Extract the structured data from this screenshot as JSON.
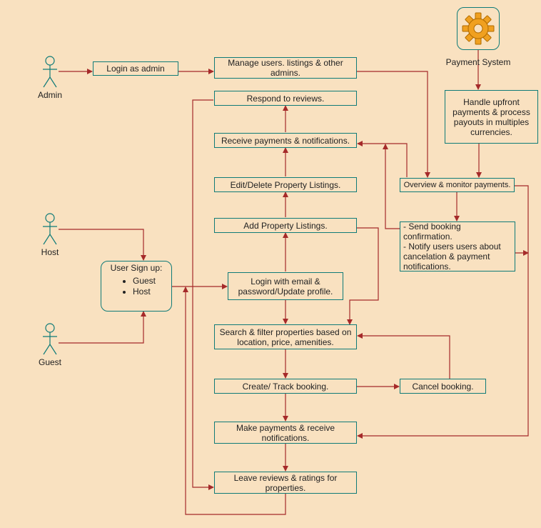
{
  "actors": {
    "admin": "Admin",
    "host": "Host",
    "guest": "Guest",
    "payment_system": "Payment System"
  },
  "signup": {
    "title": "User Sign up:",
    "options": [
      "Guest",
      "Host"
    ]
  },
  "admin_flow": {
    "login": "Login as admin",
    "manage": "Manage users. listings & other admins."
  },
  "host_flow": {
    "respond_reviews": "Respond to reviews.",
    "receive_payments": "Receive payments & notifications.",
    "edit_delete": "Edit/Delete Property Listings.",
    "add_listings": "Add Property Listings."
  },
  "user_flow": {
    "login": "Login with email & password/Update profile.",
    "search": "Search & filter properties based on location, price, amenities.",
    "create_track": "Create/ Track booking.",
    "cancel": "Cancel booking.",
    "make_payments": "Make payments & receive notifications.",
    "leave_reviews": "Leave reviews & ratings for properties."
  },
  "payment_flow": {
    "handle": "Handle upfront payments & process payouts in multiples currencies.",
    "overview": "Overview & monitor payments.",
    "notify": "- Send booking confirmation.\n- Notify users users about cancelation & payment notifications."
  },
  "colors": {
    "background": "#f9e1c0",
    "box_border": "#0f7b78",
    "arrow": "#a52a2a",
    "actor_stroke": "#0f7b78",
    "gear": "#f0a020"
  }
}
